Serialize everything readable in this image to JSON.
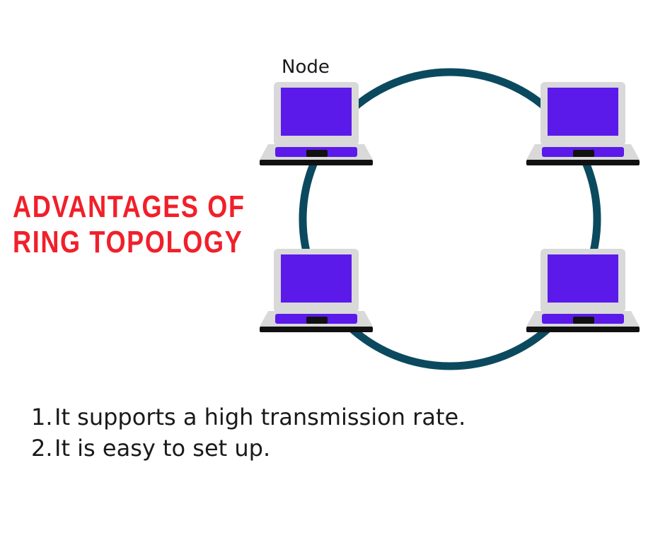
{
  "title": {
    "line1": "ADVANTAGES OF",
    "line2": "RING TOPOLOGY"
  },
  "diagram": {
    "node_label": "Node",
    "nodes": [
      "laptop-icon",
      "laptop-icon",
      "laptop-icon",
      "laptop-icon"
    ],
    "colors": {
      "ring": "#0b4a5e",
      "screen": "#5b1aea",
      "frame": "#d9d9d9",
      "base": "#111111"
    }
  },
  "advantages": [
    {
      "num": "1.",
      "text": "It supports a high transmission rate."
    },
    {
      "num": "2.",
      "text": "It is easy to set up."
    }
  ]
}
